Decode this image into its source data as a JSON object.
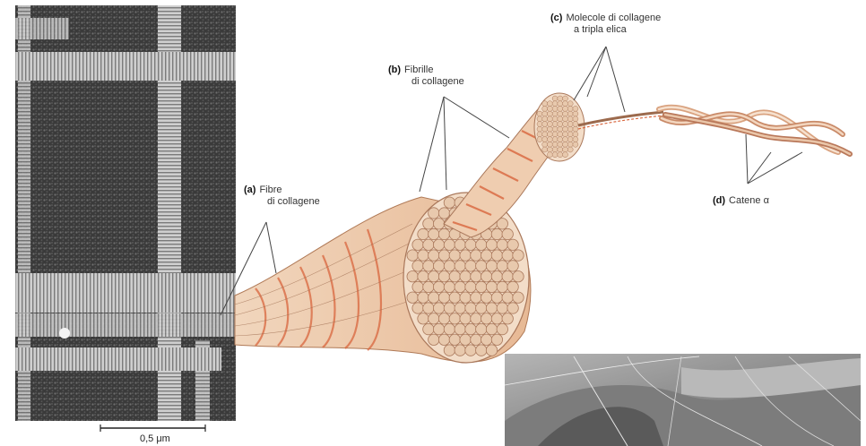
{
  "labels": {
    "a": {
      "letter": "(a)",
      "line1": "Fibre",
      "line2": "di collagene"
    },
    "b": {
      "letter": "(b)",
      "line1": "Fibrille",
      "line2": "di collagene"
    },
    "c": {
      "letter": "(c)",
      "line1": "Molecole di collagene",
      "line2": "a tripla elica"
    },
    "d": {
      "letter": "(d)",
      "text": "Catene α"
    }
  },
  "scale_bar": {
    "text": "0,5 μm"
  },
  "colors": {
    "fibril_fill": "#e8c9ad",
    "fibril_stroke": "#a9775a",
    "band": "#d9663e",
    "micrograph_dark": "#2f2f2f",
    "micrograph_light": "#d8d8d8",
    "sem_gray": "#9a9a9a"
  }
}
